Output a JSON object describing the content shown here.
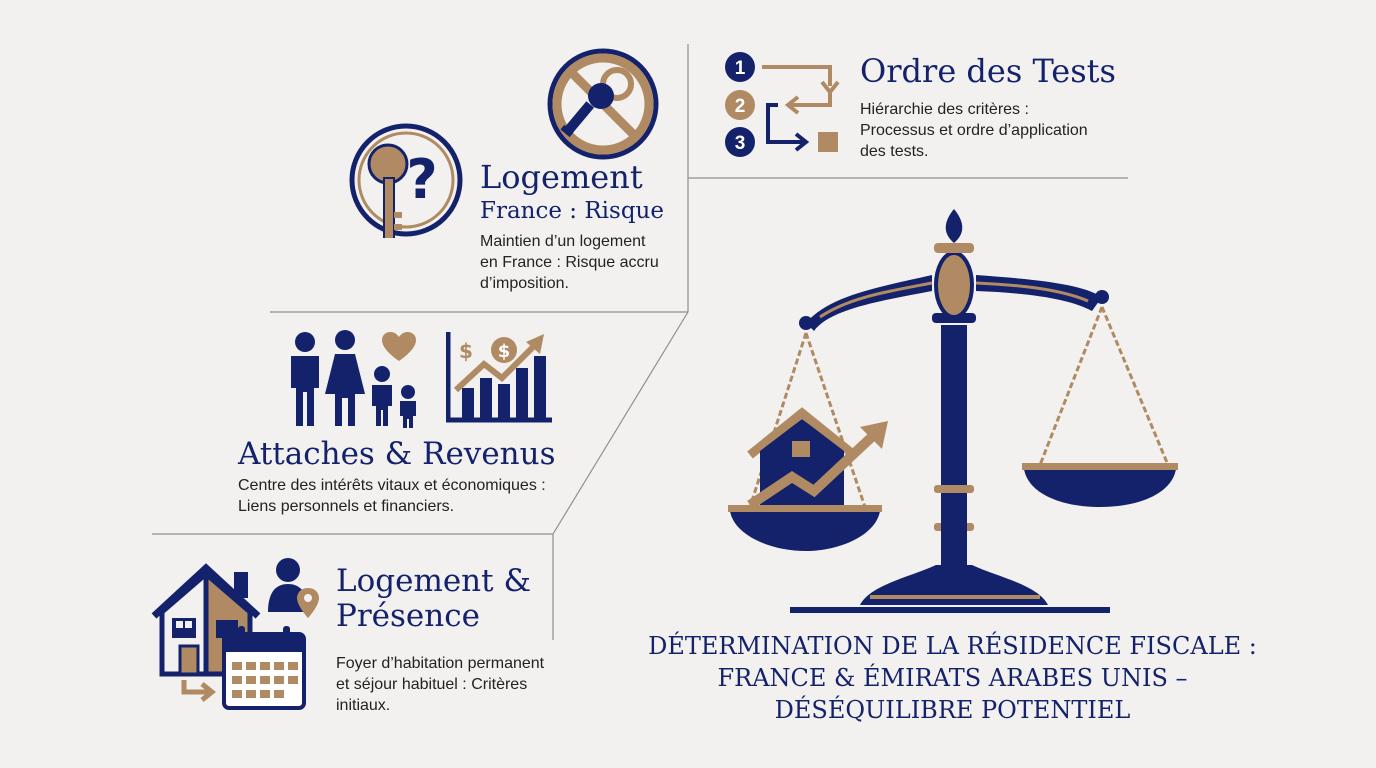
{
  "ordre": {
    "title": "Ordre des Tests",
    "desc_lines": [
      "Hiérarchie des critères :",
      "Processus et ordre d’application",
      "des tests."
    ],
    "steps": [
      "1",
      "2",
      "3"
    ]
  },
  "logement_france": {
    "title_line1": "Logement",
    "title_line2": "France : Risque",
    "desc_lines": [
      "Maintien d’un logement",
      "en France : Risque accru",
      "d’imposition."
    ]
  },
  "attaches": {
    "title": "Attaches & Revenus",
    "desc_lines": [
      "Centre des intérêts vitaux et économiques :",
      "Liens personnels et financiers."
    ]
  },
  "logement_presence": {
    "title_line1": "Logement &",
    "title_line2": "Présence",
    "desc_lines": [
      "Foyer d’habitation permanent",
      "et séjour habituel : Critères",
      "initiaux."
    ]
  },
  "main_title_lines": [
    "DÉTERMINATION DE LA RÉSIDENCE FISCALE :",
    "FRANCE & ÉMIRATS ARABES UNIS –",
    "DÉSÉQUILIBRE POTENTIEL"
  ],
  "colors": {
    "navy": "#14226b",
    "gold": "#b08a62",
    "background": "#f2f1ef",
    "divider": "#8a8a8a"
  },
  "icons": [
    "numbered-steps-icon",
    "key-no-icon",
    "key-question-icon",
    "family-icon",
    "heart-icon",
    "rising-chart-icon",
    "house-icon",
    "person-pin-icon",
    "calendar-icon",
    "balance-scale-icon"
  ]
}
